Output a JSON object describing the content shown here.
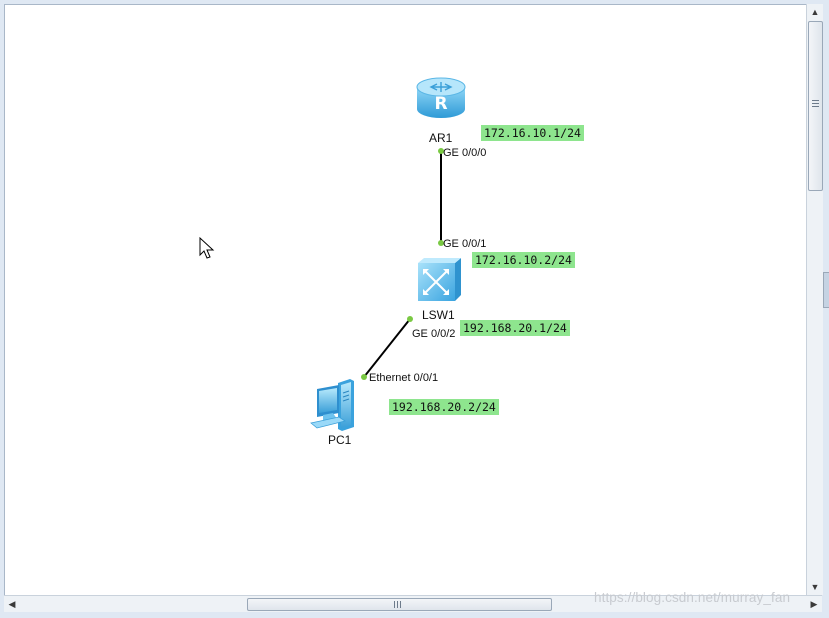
{
  "devices": {
    "router": {
      "name": "AR1",
      "icon": "router-icon",
      "port": "GE 0/0/0",
      "ip": "172.16.10.1/24"
    },
    "switch": {
      "name": "LSW1",
      "icon": "switch-icon",
      "port_up": "GE 0/0/1",
      "ip_up": "172.16.10.2/24",
      "port_down": "GE 0/0/2",
      "ip_down": "192.168.20.1/24"
    },
    "pc": {
      "name": "PC1",
      "icon": "pc-icon",
      "port": "Ethernet 0/0/1",
      "ip": "192.168.20.2/24"
    }
  },
  "scrollbars": {
    "vertical": {
      "up_arrow": "▲",
      "down_arrow": "▼"
    },
    "horizontal": {
      "left_arrow": "◀",
      "right_arrow": "▶"
    }
  },
  "watermark": "https://blog.csdn.net/murray_fan",
  "colors": {
    "ip_label_bg": "#8ee58e",
    "port_dot": "#7ac943",
    "device_blue": "#4fb3ea",
    "link": "#000000"
  }
}
